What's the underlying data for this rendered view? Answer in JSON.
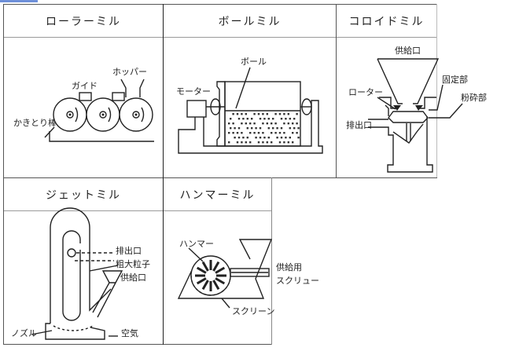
{
  "figure": {
    "mills": [
      {
        "title": "ローラーミル",
        "labels": {
          "guide": "ガイド",
          "hopper": "ホッパー",
          "scraper": "かきとり棒"
        }
      },
      {
        "title": "ボールミル",
        "labels": {
          "ball": "ボール",
          "motor": "モーター"
        }
      },
      {
        "title": "コロイドミル",
        "labels": {
          "inlet": "供給口",
          "stator": "固定部",
          "rotor": "ローター",
          "grinding": "粉砕部",
          "outlet": "排出口"
        }
      },
      {
        "title": "ジェットミル",
        "labels": {
          "outlet": "排出口",
          "coarse": "粗大粒子",
          "inlet": "供給口",
          "nozzle": "ノズル",
          "air": "空気"
        }
      },
      {
        "title": "ハンマーミル",
        "labels": {
          "hammer": "ハンマー",
          "screw1": "供給用",
          "screw2": "スクリュー",
          "screen": "スクリーン"
        }
      }
    ]
  },
  "colors": {
    "accent_bar": "#6d8fd8",
    "grid_line": "#555555"
  }
}
